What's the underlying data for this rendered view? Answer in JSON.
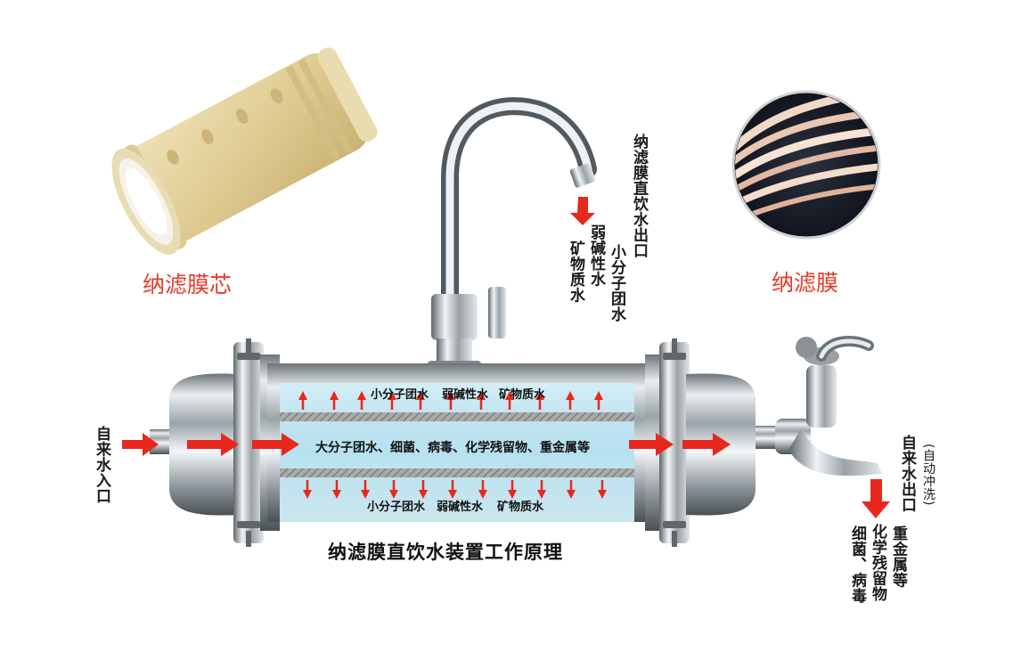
{
  "labels": {
    "core": "纳滤膜芯",
    "membrane": "纳滤膜",
    "faucet_outlet": "纳滤膜直饮水出口",
    "small_cluster_water": "小分子团水",
    "weak_alkaline_water": "弱碱性水",
    "mineral_water": "矿物质水",
    "inlet": "自来水入口",
    "outlet": "自来水出口",
    "auto_flush": "(自动冲洗)",
    "reject_heavy_metals": "重金属等",
    "reject_chemicals": "化学残留物",
    "reject_bacteria": "细菌、病毒",
    "pipe_top_1": "小分子团水",
    "pipe_top_2": "弱碱性水",
    "pipe_top_3": "矿物质水",
    "pipe_middle": "大分子团水、细菌、病毒、化学残留物、重金属等",
    "pipe_bottom_1": "小分子团水",
    "pipe_bottom_2": "弱碱性水",
    "pipe_bottom_3": "矿物质水",
    "title": "纳滤膜直饮水装置工作原理"
  },
  "colors": {
    "arrow_red": "#e8271d",
    "label_red": "#e63a2a",
    "pipe_blue": "#bfe6f2",
    "membrane_gray": "#8c8c8c"
  }
}
